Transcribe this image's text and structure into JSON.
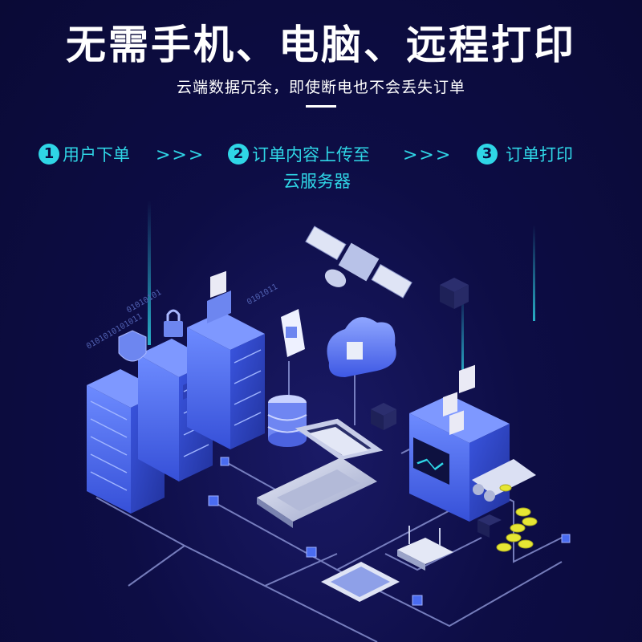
{
  "header": {
    "title": "无需手机、电脑、远程打印",
    "subtitle": "云端数据冗余，即使断电也不会丢失订单"
  },
  "steps": [
    {
      "number": "1",
      "label": "用户下单"
    },
    {
      "number": "2",
      "label_line1": "订单内容上传至",
      "label_line2": "云服务器"
    },
    {
      "number": "3",
      "label": "订单打印"
    }
  ],
  "separator": ">>>",
  "decor": {
    "binary_text_1": "0101010101011",
    "binary_text_2": "01010101",
    "binary_text_3": "0101011"
  },
  "colors": {
    "background": "#0b0b3e",
    "accent": "#2fd6e6",
    "server_blue": "#4a6cf0",
    "coin_yellow": "#e6e634"
  }
}
